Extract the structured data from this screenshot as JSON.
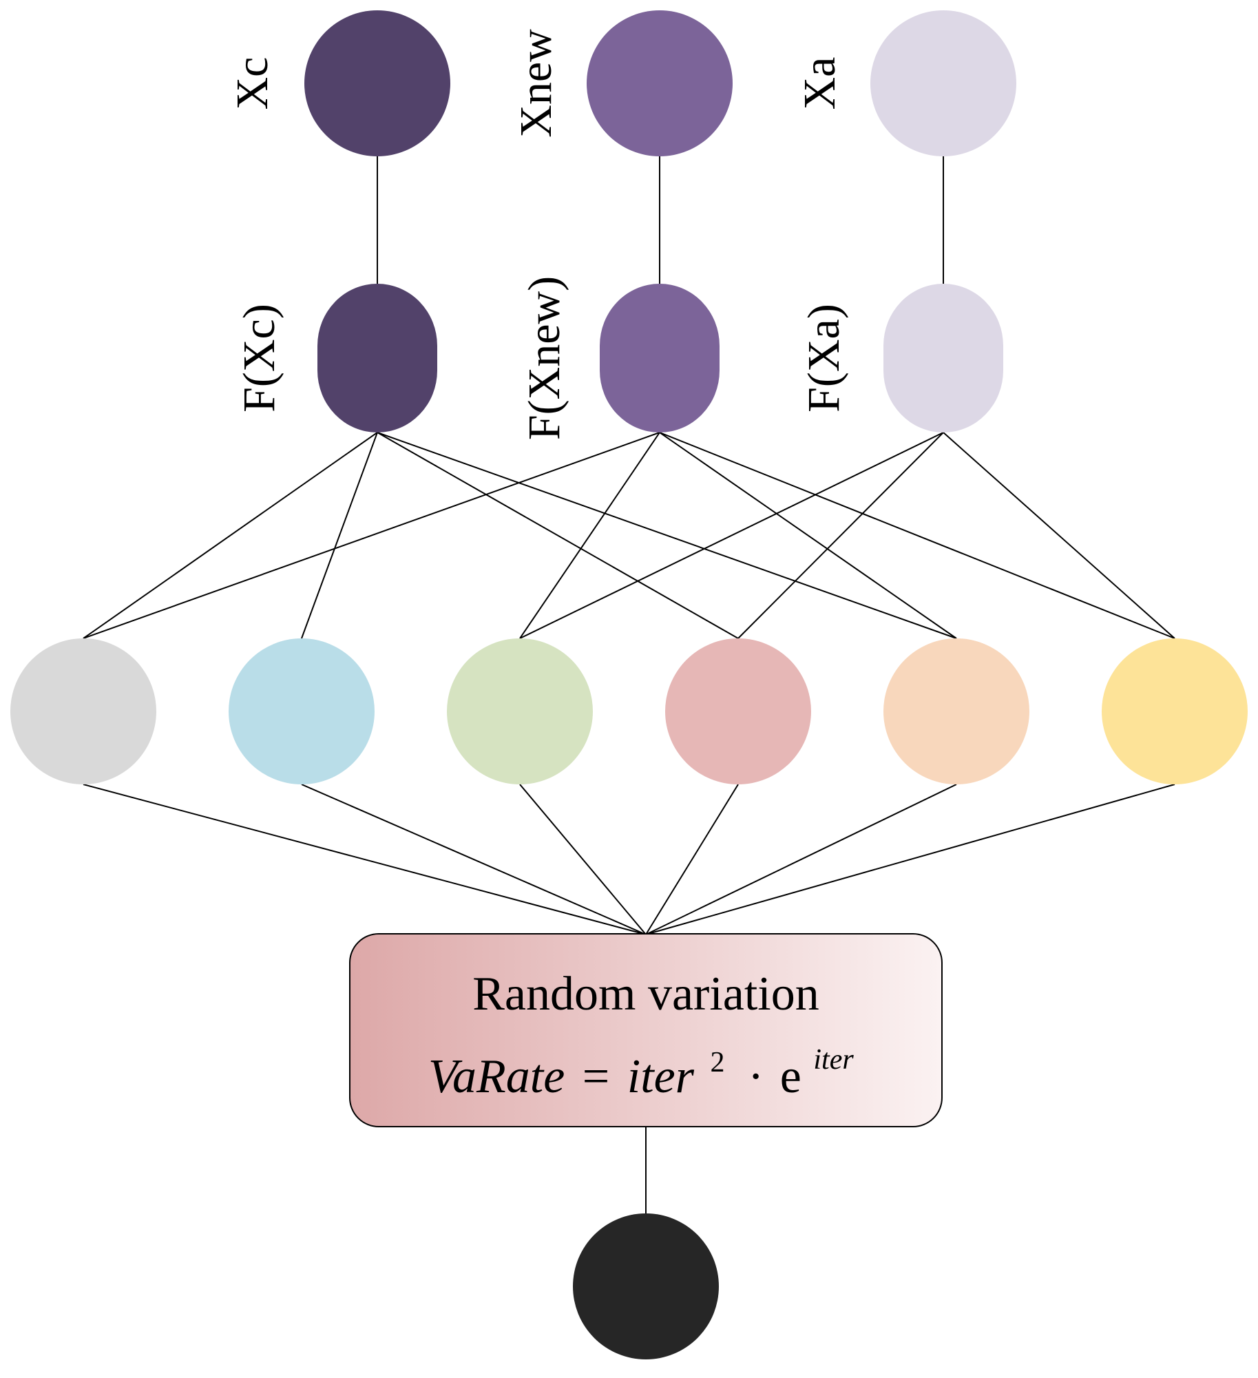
{
  "inputs": [
    {
      "id": "xc",
      "label": "Xc",
      "f_label": "F(Xc)",
      "color": "#52426a"
    },
    {
      "id": "xnew",
      "label": "Xnew",
      "f_label": "F(Xnew)",
      "color": "#7c6499"
    },
    {
      "id": "xa",
      "label": "Xa",
      "f_label": "F(Xa)",
      "color": "#ddd8e6"
    }
  ],
  "hidden_nodes": [
    {
      "id": "h1",
      "color": "#d9d9d9"
    },
    {
      "id": "h2",
      "color": "#b9dde8"
    },
    {
      "id": "h3",
      "color": "#d6e3c1"
    },
    {
      "id": "h4",
      "color": "#e6b7b6"
    },
    {
      "id": "h5",
      "color": "#f8d7bc"
    },
    {
      "id": "h6",
      "color": "#fde398"
    }
  ],
  "connections": {
    "xc": [
      "h1",
      "h2",
      "h4",
      "h5"
    ],
    "xnew": [
      "h1",
      "h3",
      "h5",
      "h6"
    ],
    "xa": [
      "h3",
      "h4",
      "h6"
    ]
  },
  "process_box": {
    "title": "Random variation",
    "formula": {
      "lhs": "VaRate",
      "equals": "=",
      "base": "iter",
      "exponent": "2",
      "dot": "·",
      "e": "e",
      "e_exponent": "iter"
    },
    "gradient_start": "#dda8a8",
    "gradient_end": "#fbf2f2"
  },
  "output_node": {
    "color": "#262626"
  }
}
